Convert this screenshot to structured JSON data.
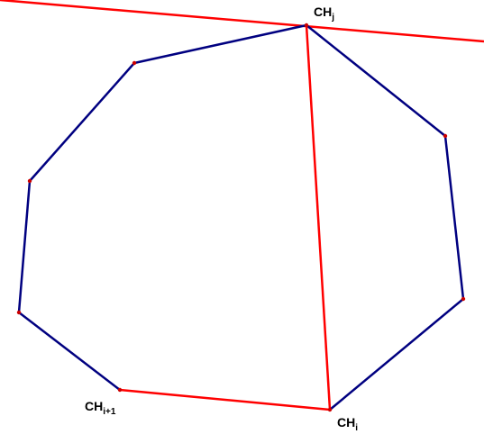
{
  "colors": {
    "hull_edge": "#000080",
    "highlight": "#ff0000",
    "vertex_dot": "#cc0000",
    "label": "#000000",
    "background": "#ffffff"
  },
  "labels": {
    "ch_j": {
      "base": "CH",
      "sub": "j"
    },
    "ch_i": {
      "base": "CH",
      "sub": "i"
    },
    "ch_i1": {
      "base": "CH",
      "sub": "i+1"
    }
  }
}
